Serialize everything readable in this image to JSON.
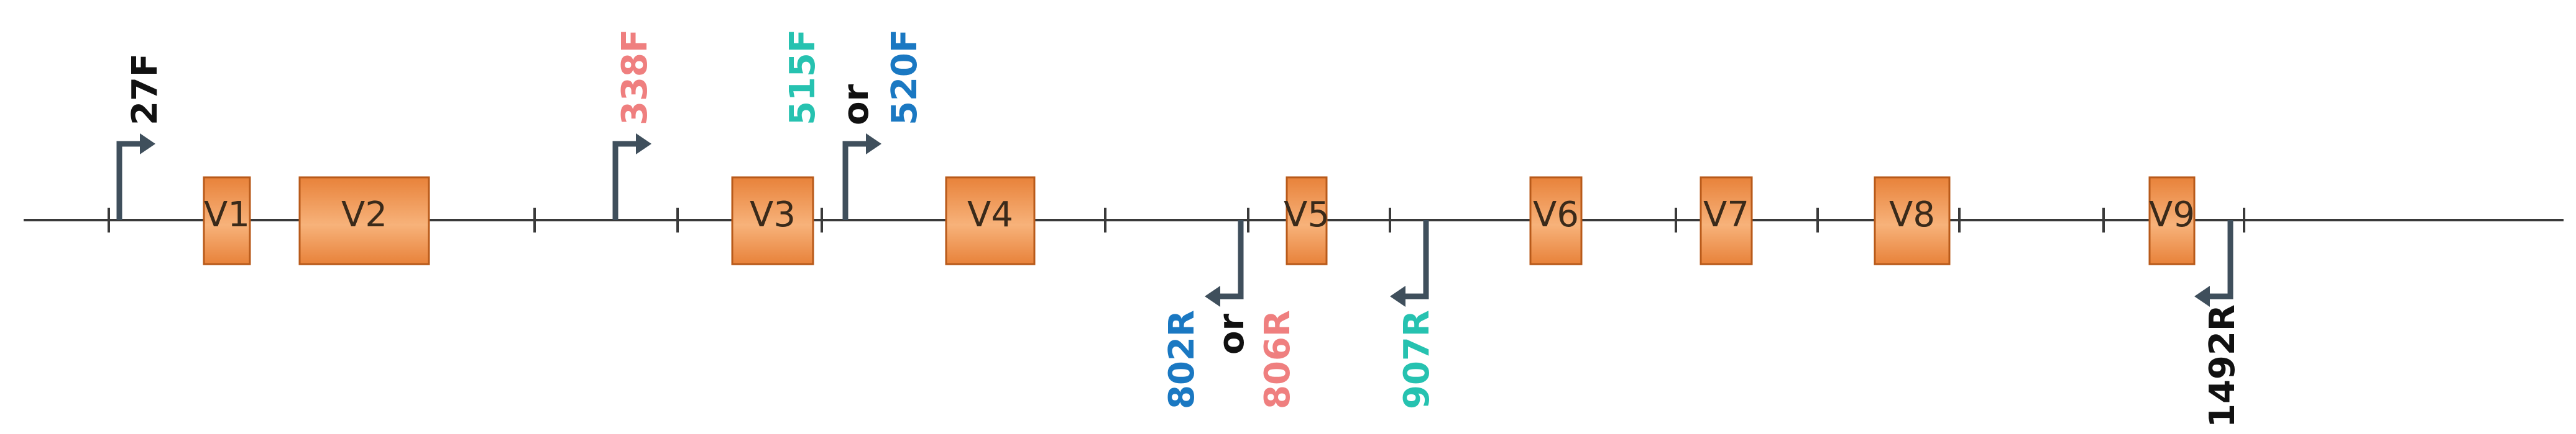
{
  "colors": {
    "line": "#3a3a3a",
    "arrow": "#3f4f5c",
    "box_fill_top": "#e8823a",
    "box_fill_mid": "#f7b27a",
    "box_stroke": "#b85a1a",
    "black": "#111111",
    "pink": "#ef7f7f",
    "teal": "#26c2b0",
    "blue": "#1a78c2"
  },
  "regions": [
    {
      "id": "v1",
      "label": "V1"
    },
    {
      "id": "v2",
      "label": "V2"
    },
    {
      "id": "v3",
      "label": "V3"
    },
    {
      "id": "v4",
      "label": "V4"
    },
    {
      "id": "v5",
      "label": "V5"
    },
    {
      "id": "v6",
      "label": "V6"
    },
    {
      "id": "v7",
      "label": "V7"
    },
    {
      "id": "v8",
      "label": "V8"
    },
    {
      "id": "v9",
      "label": "V9"
    }
  ],
  "primers": {
    "p27f": "27F",
    "p338f": "338F",
    "p515f": "515F",
    "or_forward": "or",
    "p520f": "520F",
    "p802r": "802R",
    "or_reverse": "or",
    "p806r": "806R",
    "p907r": "907R",
    "p1492r": "1492R"
  }
}
